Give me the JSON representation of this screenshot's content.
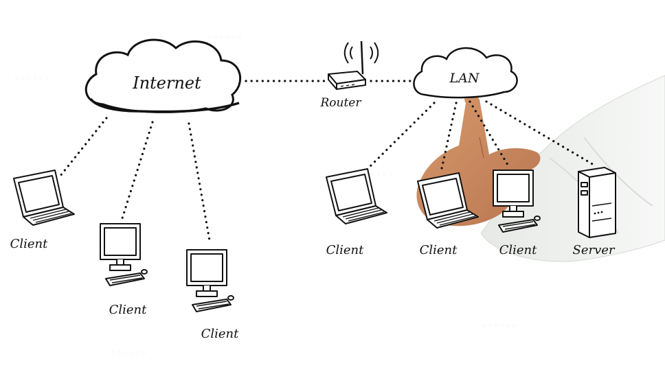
{
  "diagram": {
    "internet_label": "Internet",
    "lan_label": "LAN",
    "router_label": "Router",
    "server_label": "Server",
    "client_label": "Client",
    "internet_clients": [
      {
        "label": "Client",
        "device": "laptop"
      },
      {
        "label": "Client",
        "device": "desktop"
      },
      {
        "label": "Client",
        "device": "desktop"
      }
    ],
    "lan_clients": [
      {
        "label": "Client",
        "device": "laptop"
      },
      {
        "label": "Client",
        "device": "laptop"
      },
      {
        "label": "Client",
        "device": "desktop"
      }
    ]
  },
  "colors": {
    "ink": "#111111",
    "background": "#ffffff",
    "sleeve": "#eef0ee",
    "skin": "#c98a5e"
  }
}
